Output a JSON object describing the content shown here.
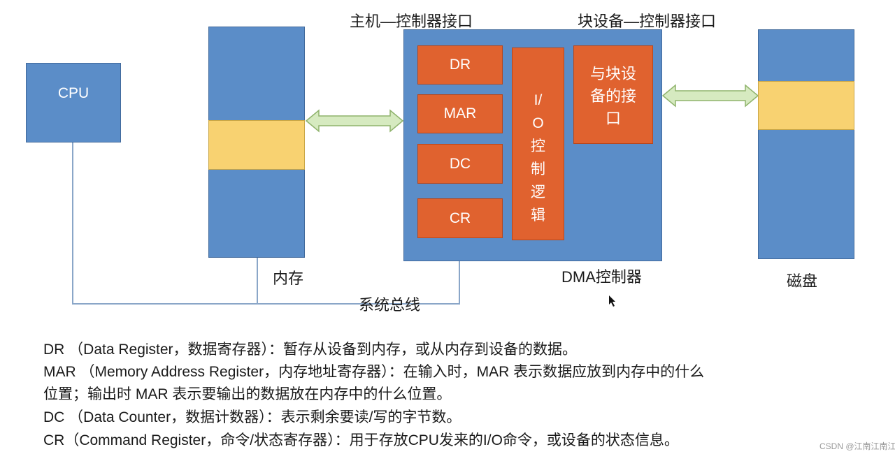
{
  "diagram": {
    "cpu": "CPU",
    "memory_label": "内存",
    "bus_label": "系统总线",
    "host_interface_label": "主机—控制器接口",
    "block_interface_label": "块设备—控制器接口",
    "dma_label": "DMA控制器",
    "disk_label": "磁盘",
    "registers": [
      "DR",
      "MAR",
      "DC",
      "CR"
    ],
    "io_logic": "I/O控制逻辑",
    "device_interface": "与块设备的接口",
    "colors": {
      "block": "#5b8dc8",
      "register": "#e0622f",
      "highlight": "#f8d271",
      "arrow": "#d6eac0"
    }
  },
  "notes": [
    "DR （Data Register，数据寄存器）：暂存从设备到内存，或从内存到设备的数据。",
    "MAR （Memory Address Register，内存地址寄存器）：在输入时，MAR 表示数据应放到内存中的什么",
    "位置；输出时 MAR 表示要输出的数据放在内存中的什么位置。",
    "DC （Data Counter，数据计数器）：表示剩余要读/写的字节数。",
    "CR（Command Register，命令/状态寄存器）：用于存放CPU发来的I/O命令，或设备的状态信息。"
  ],
  "watermark": "CSDN @江南江南江南丶"
}
